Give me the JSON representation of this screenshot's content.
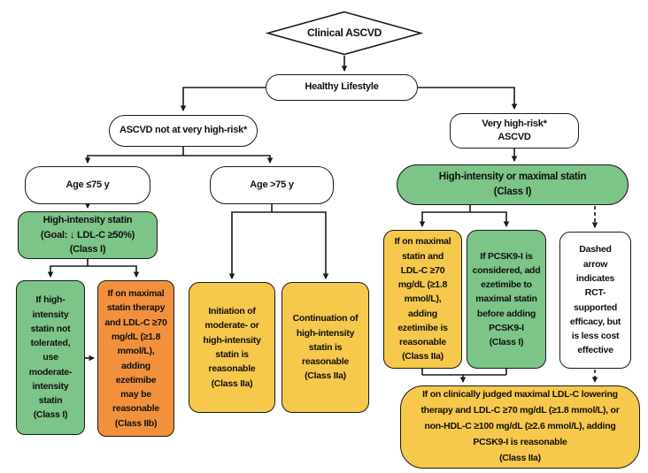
{
  "colors": {
    "green": "#7cc487",
    "orange": "#f2913d",
    "yellow": "#f6c84b",
    "white": "#ffffff",
    "line": "#1a1a1a",
    "text": "#111111"
  },
  "nodes": {
    "clinical_ascvd": "Clinical ASCVD",
    "healthy_lifestyle": "Healthy Lifestyle",
    "not_very_high_risk": "ASCVD not at very high-risk*",
    "very_high_risk": "Very high-risk*\nASCVD",
    "age_le_75": "Age ≤75 y",
    "age_gt_75": "Age >75 y",
    "high_intensity_statin": "High-intensity statin\n(Goal: ↓ LDL-C ≥50%)\n(Class I)",
    "high_intensity_or_maximal_statin": "High-intensity or maximal statin\n(Class I)",
    "statin_not_tolerated": "If high-\nintensity\nstatin not\ntolerated,\nuse\nmoderate-\nintensity\nstatin\n(Class I)",
    "ezetimibe_may_be_reasonable": "If on maximal\nstatin therapy\nand LDL-C ≥70\nmg/dL (≥1.8\nmmol/L),\nadding\nezetimibe\nmay be\nreasonable\n(Class IIb)",
    "initiation_reasonable": "Initiation of\nmoderate- or\nhigh-intensity\nstatin is\nreasonable\n(Class IIa)",
    "continuation_reasonable": "Continuation of\nhigh-intensity\nstatin is\nreasonable\n(Class IIa)",
    "ezetimibe_is_reasonable": "If on maximal\nstatin and\nLDL-C ≥70\nmg/dL (≥1.8\nmmol/L),\nadding\nezetimibe is\nreasonable\n(Class IIa)",
    "pcsk9_considered": "If PCSK9-I is\nconsidered, add\nezetimibe to\nmaximal statin\nbefore adding\nPCSK9-I\n(Class I)",
    "dashed_arrow_note": "Dashed\narrow\nindicates\nRCT-\nsupported\nefficacy, but\nis less cost\neffective",
    "pcsk9_is_reasonable": "If on clinically judged maximal LDL-C lowering\ntherapy and LDL-C ≥70 mg/dL (≥1.8 mmol/L), or\nnon-HDL-C ≥100 mg/dL (≥2.6 mmol/L), adding\nPCSK9-I is reasonable\n(Class IIa)"
  }
}
